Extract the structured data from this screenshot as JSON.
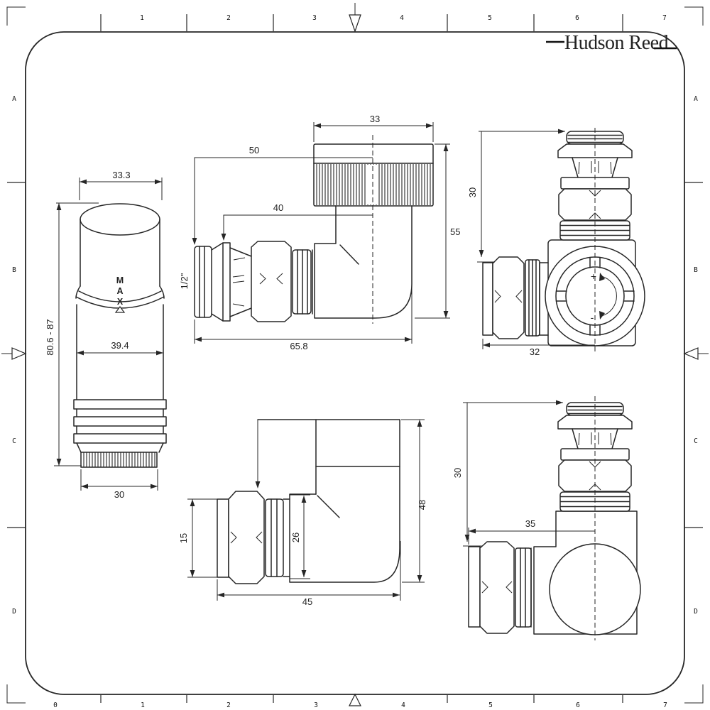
{
  "logo": {
    "text": "Hudson Reed"
  },
  "frame": {
    "top_labels": [
      "1",
      "2",
      "3",
      "4",
      "5",
      "6",
      "7"
    ],
    "bottom_labels": [
      "0",
      "1",
      "2",
      "3",
      "4",
      "5",
      "6",
      "7"
    ],
    "left_labels": [
      "A",
      "B",
      "C",
      "D"
    ],
    "right_labels": [
      "A",
      "B",
      "C",
      "D"
    ]
  },
  "colors": {
    "line": "#262626",
    "background": "#ffffff"
  },
  "views": {
    "thermostatic_head": {
      "dims": {
        "top_width": "33.3",
        "height_range": "80.6 - 87",
        "body_width": "39.4",
        "base_width": "30"
      },
      "max_marker": {
        "letters": [
          "M",
          "A",
          "X"
        ]
      }
    },
    "straight_valve": {
      "dims": {
        "cap_width": "33",
        "center_offset": "50",
        "body_offset": "40",
        "height": "55",
        "length": "65.8",
        "thread_size": "1/2\""
      }
    },
    "corner_valve_top": {
      "dims": {
        "height": "30",
        "width": "32"
      },
      "symbols": {
        "plus": "+",
        "minus": "-"
      }
    },
    "elbow_body": {
      "dims": {
        "inlet_bore": "15",
        "body_height": "26",
        "length": "45",
        "height": "48"
      }
    },
    "corner_valve_front": {
      "dims": {
        "height": "30",
        "width": "35"
      }
    }
  }
}
